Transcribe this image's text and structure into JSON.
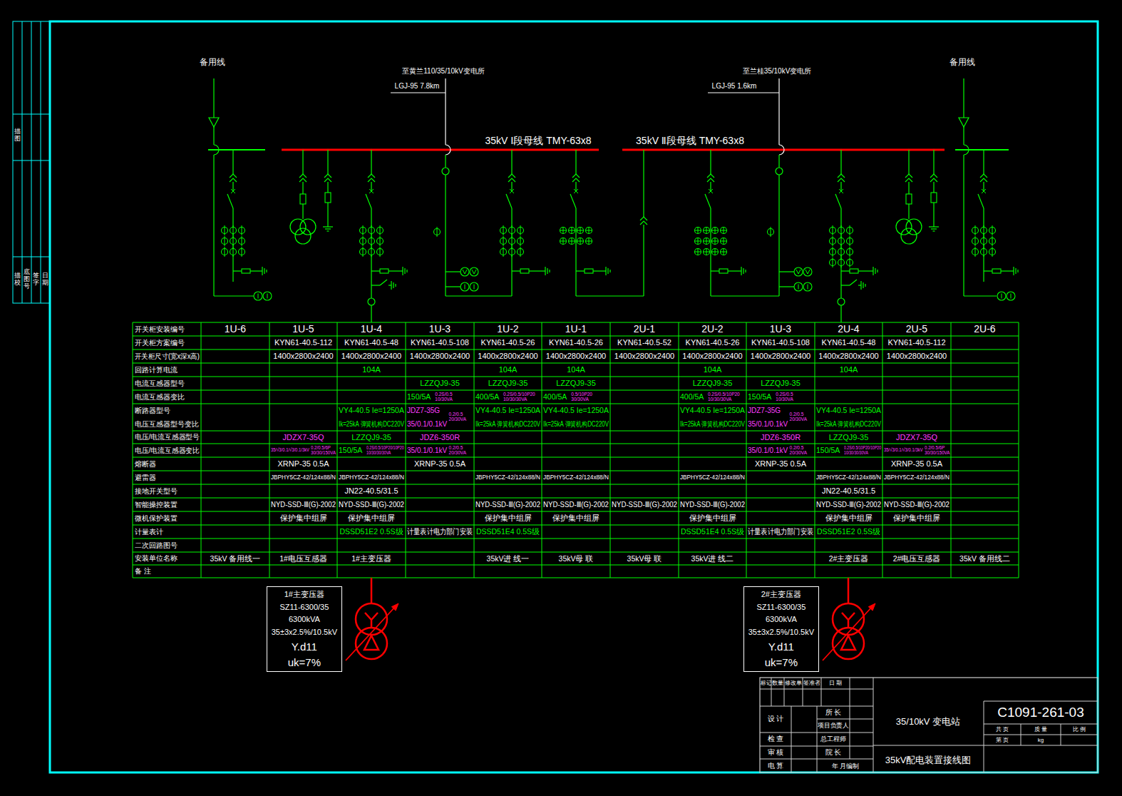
{
  "diagram": {
    "nodes": [
      {
        "text": [
          "1#主变压器",
          "SZ11-6300/35",
          "6300kVA",
          "35±3x2.5%/10.5kV",
          "Y.d11",
          "uk=7%"
        ]
      },
      {
        "text": [
          "2#主变压器",
          "SZ11-6300/35",
          "6300kVA",
          "35±3x2.5%/10.5kV",
          "Y.d11",
          "uk=7%"
        ]
      }
    ],
    "labels": [
      "备用线",
      "至黄兰110/35/10kV变电所",
      "LGJ-95 7.8km",
      "35kV Ⅰ段母线 TMY-63x8",
      "35kV Ⅱ段母线 TMY-63x8",
      "至兰桂35/10kV变电所",
      "LGJ-95 1.6km",
      "备用线",
      "描 图",
      "描 校",
      "底图号",
      "签 字",
      "日 期",
      "开关柜安装编号",
      "开关柜方案编号",
      "开关柜尺寸(宽x深x高)",
      "回路计算电流",
      "电流互感器型号",
      "电流互感器变比",
      "断路器型号",
      "电压互感器型号变比",
      "电压/电流互感器型号",
      "电压/电流互感器变比",
      "熔断器",
      "避雷器",
      "接地开关型号",
      "智能操控装置",
      "微机保护装置",
      "计量表计",
      "二次回路图号",
      "安装单位名称",
      "备 注",
      "1U-6",
      "1U-5",
      "1U-4",
      "1U-3",
      "1U-2",
      "1U-1",
      "2U-1",
      "2U-2",
      "1U-3",
      "2U-4",
      "2U-5",
      "2U-6",
      "KYN61-40.5-112",
      "KYN61-40.5-48",
      "KYN61-40.5-108",
      "KYN61-40.5-26",
      "KYN61-40.5-26",
      "KYN61-40.5-52",
      "KYN61-40.5-26",
      "KYN61-40.5-108",
      "KYN61-40.5-48",
      "KYN61-40.5-112",
      "1400x2800x2400",
      "1400x2800x2400",
      "1400x2800x2400",
      "1400x2800x2400",
      "1400x2800x2400",
      "1400x2800x2400",
      "1400x2800x2400",
      "1400x2800x2400",
      "1400x2800x2400",
      "1400x2800x2400",
      "104A",
      "104A",
      "104A",
      "104A",
      "104A",
      "LZZQJ9-35",
      "LZZQJ9-35",
      "LZZQJ9-35",
      "LZZQJ9-35",
      "LZZQJ9-35",
      "150/5A",
      "0.2S/0.5 10/30VA",
      "400/5A",
      "0.2S/0.5/10P20 10/30/30VA",
      "400/5A",
      "0.5/10P20 30/30VA",
      "400/5A",
      "0.2S/0.5/10P20 10/30/30VA",
      "150/5A",
      "0.2S/0.5 10/30VA",
      "VY4-40.5 Ie=1250A",
      "Ik=25kA 弹簧机构DC220V",
      "JDZ7-35G",
      "0.2/0.5 20/30VA",
      "35/0.1/0.1kV",
      "VY4-40.5 Ie=1250A",
      "Ik=25kA 弹簧机构DC220V",
      "VY4-40.5 Ie=1250A",
      "Ik=25kA 弹簧机构DC220V",
      "VY4-40.5 Ie=1250A",
      "Ik=25kA 弹簧机构DC220V",
      "JDZ7-35G",
      "0.2/0.5 20/30VA",
      "35/0.1/0.1kV",
      "VY4-40.5 Ie=1250A",
      "Ik=25kA 弹簧机构DC220V",
      "JDZX7-35Q",
      "LZZQJ9-35",
      "JDZ6-350R",
      "JDZ6-350R",
      "LZZQJ9-35",
      "JDZX7-35Q",
      "35/√3/0.1/√3/0.1/3kV",
      "0.2/0.5/6P 30/30/150VA",
      "150/5A",
      "0.2S/0.5/10P20/10P20 10/30/30/30VA",
      "35/0.1/0.1kV",
      "0.2/0.5 20/30VA",
      "35/0.1/0.1kV",
      "0.2/0.5 20/30VA",
      "150/5A",
      "0.2S/0.5/10P20/10P20 10/30/30/30VA",
      "35/√3/0.1/√3/0.1/3kV",
      "0.2/0.5/6P 30/30/150VA",
      "XRNP-35 0.5A",
      "XRNP-35 0.5A",
      "XRNP-35 0.5A",
      "XRNP-35 0.5A",
      "JBPHY5CZ-42/124x88/N",
      "JBPHY5CZ-42/124x88/N",
      "JBPHY5CZ-42/124x88/N",
      "JBPHY5CZ-42/124x88/N",
      "JBPHY5CZ-42/124x88/N",
      "JBPHY5CZ-42/124x88/N",
      "JBPHY5CZ-42/124x88/N",
      "JN22-40.5/31.5",
      "JN22-40.5/31.5",
      "NYD-SSD-Ⅲ(G)-2002",
      "NYD-SSD-Ⅲ(G)-2002",
      "NYD-SSD-Ⅲ(G)-2002",
      "NYD-SSD-Ⅲ(G)-2002",
      "NYD-SSD-Ⅲ(G)-2002",
      "NYD-SSD-Ⅲ(G)-2002",
      "NYD-SSD-Ⅲ(G)-2002",
      "NYD-SSD-Ⅲ(G)-2002",
      "保护集中组屏",
      "保护集中组屏",
      "保护集中组屏",
      "保护集中组屏",
      "保护集中组屏",
      "保护集中组屏",
      "保护集中组屏",
      "DSSD51E2 0.5S级",
      "计量表计电力部门安装",
      "DSSD51E4 0.5S级",
      "DSSD51E4 0.5S级",
      "计量表计电力部门安装",
      "DSSD51E2 0.5S级",
      "35kV 备用线一",
      "1#电压互感器",
      "1#主变压器",
      "35kV进 线一",
      "35kV母 联",
      "35kV母 联",
      "35kV进 线二",
      "2#主变压器",
      "2#电压互感器",
      "35kV 备用线二",
      "标记",
      "数量",
      "修改单",
      "签准者",
      "日 期",
      "设 计",
      "所 长",
      "项目负责人",
      "检 查",
      "总工程师",
      "审 核",
      "院 长",
      "电 算",
      "年 月编制",
      "35/10kV 变电站",
      "35kV配电装置接线图",
      "C1091-261-03",
      "共 页",
      "质 量",
      "比 例",
      "第 页",
      "kg"
    ]
  }
}
